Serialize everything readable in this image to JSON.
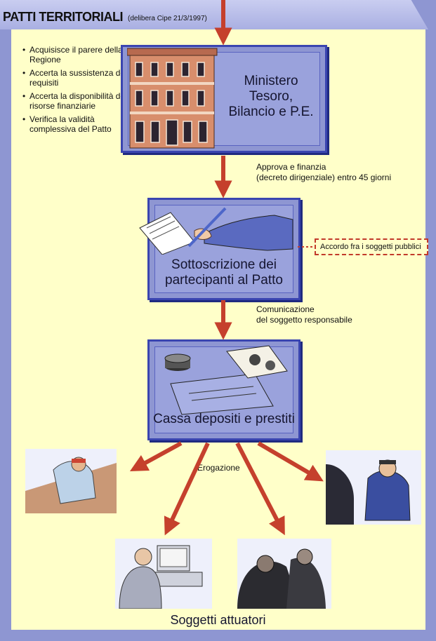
{
  "header": {
    "title": "PATTI TERRITORIALI",
    "subtitle": "(delibera Cipe 21/3/1997)"
  },
  "ministry": {
    "bullets": [
      "Acquisisce il parere della Regione",
      "Accerta la sussistenza dei requisiti",
      "Accerta la disponibilità delle risorse finanziarie",
      "Verifica la validità complessiva del Patto"
    ],
    "label_line1": "Ministero",
    "label_line2": "Tesoro,",
    "label_line3": "Bilancio e P.E."
  },
  "flow": {
    "approve_line1": "Approva e finanzia",
    "approve_line2": "(decreto dirigenziale) entro 45 giorni",
    "communication_line1": "Comunicazione",
    "communication_line2": "del soggetto responsabile",
    "disbursement": "Erogazione"
  },
  "signature": {
    "label_line1": "Sottoscrizione dei",
    "label_line2": "partecipanti al Patto",
    "agreement_note": "Accordo fra i soggetti pubblici"
  },
  "cassa": {
    "label": "Cassa depositi e prestiti"
  },
  "footer": {
    "label": "Soggetti attuatori"
  },
  "colors": {
    "frame": "#8e96d2",
    "panel": "#ffffc9",
    "arrow": "#c5402c",
    "box_border": "#3a45b0"
  }
}
